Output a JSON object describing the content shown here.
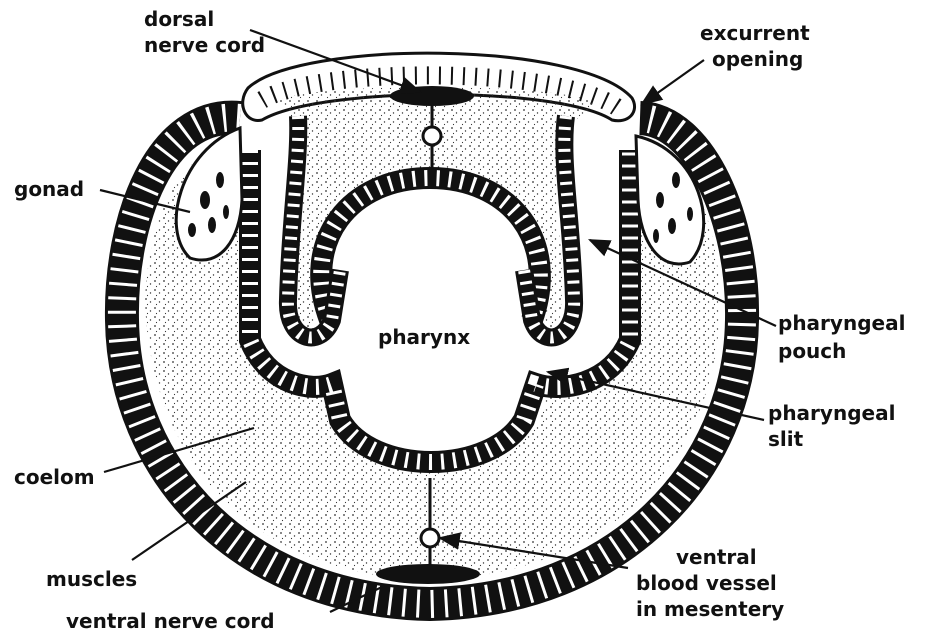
{
  "labels": {
    "dorsal_nerve_cord": [
      "dorsal",
      "nerve cord"
    ],
    "excurrent_opening": [
      "excurrent",
      "opening"
    ],
    "gonad": [
      "gonad"
    ],
    "pharynx": [
      "pharynx"
    ],
    "pharyngeal_pouch": [
      "pharyngeal",
      "pouch"
    ],
    "pharyngeal_slit": [
      "pharyngeal",
      "slit"
    ],
    "coelom": [
      "coelom"
    ],
    "muscles": [
      "muscles"
    ],
    "ventral_nerve_cord": [
      "ventral nerve cord"
    ],
    "ventral_blood_vessel": [
      "ventral",
      "blood vessel",
      "in mesentery"
    ]
  },
  "colors": {
    "ink": "#111111",
    "stipple": "#333333",
    "paper": "#ffffff"
  }
}
